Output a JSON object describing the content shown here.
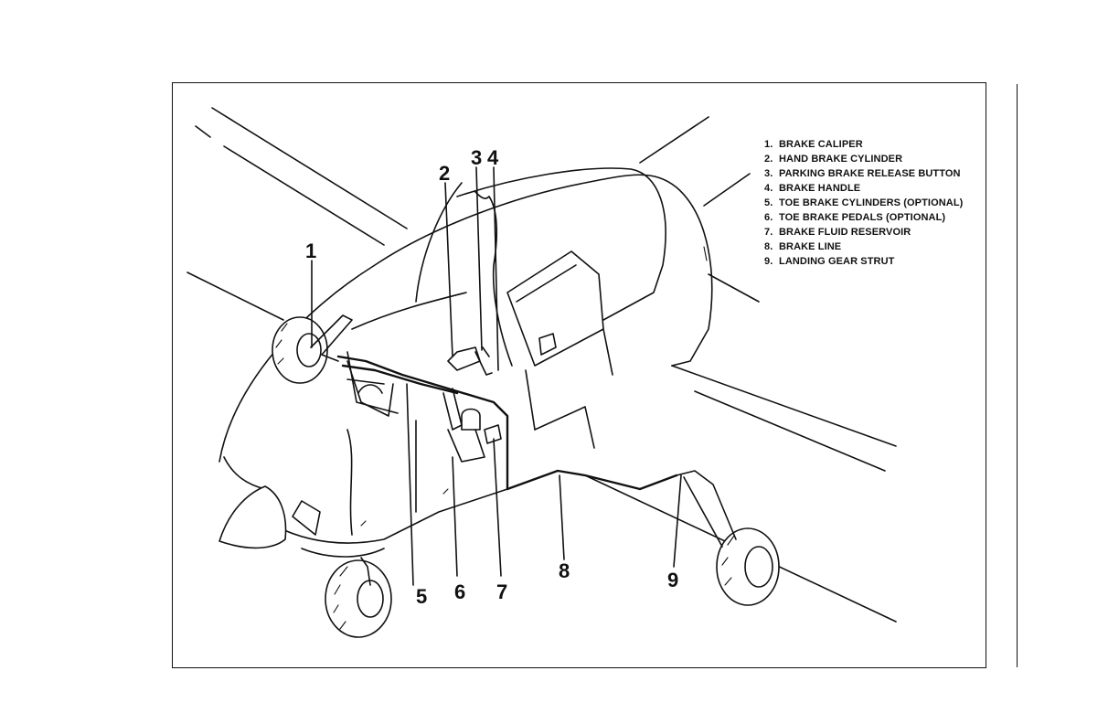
{
  "legend": [
    {
      "num": "1.",
      "label": "BRAKE CALIPER"
    },
    {
      "num": "2.",
      "label": "HAND BRAKE CYLINDER"
    },
    {
      "num": "3.",
      "label": "PARKING BRAKE RELEASE BUTTON"
    },
    {
      "num": "4.",
      "label": "BRAKE HANDLE"
    },
    {
      "num": "5.",
      "label": "TOE BRAKE CYLINDERS (OPTIONAL)"
    },
    {
      "num": "6.",
      "label": "TOE BRAKE PEDALS (OPTIONAL)"
    },
    {
      "num": "7.",
      "label": "BRAKE FLUID RESERVOIR"
    },
    {
      "num": "8.",
      "label": "BRAKE LINE"
    },
    {
      "num": "9.",
      "label": "LANDING GEAR STRUT"
    }
  ],
  "callouts": {
    "c1": "1",
    "c2": "2",
    "c3": "3",
    "c4": "4",
    "c5": "5",
    "c6": "6",
    "c7": "7",
    "c8": "8",
    "c9": "9"
  }
}
